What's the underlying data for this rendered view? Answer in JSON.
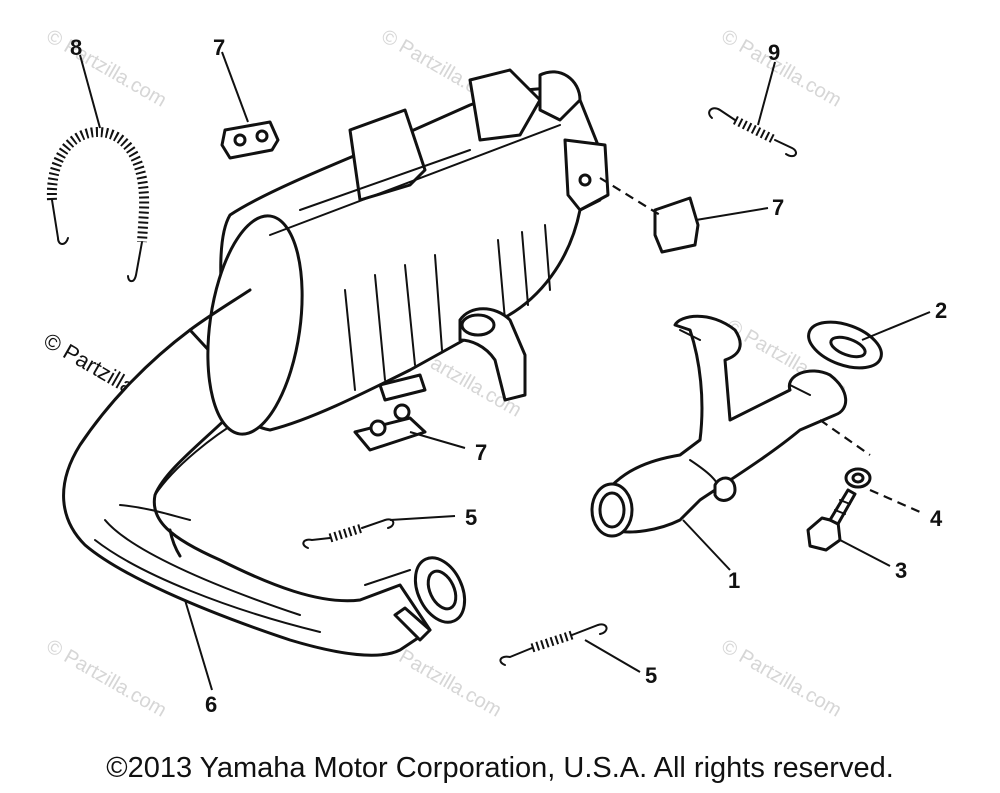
{
  "watermarks": [
    "© Partzilla.com",
    "© Partzilla.com",
    "© Partzilla.com",
    "© Partzilla.com",
    "© Partzilla.com",
    "© Partzilla.com",
    "© Partzilla.com",
    "© Partzilla.com"
  ],
  "callouts": {
    "c1": "1",
    "c2": "2",
    "c3": "3",
    "c4": "4",
    "c5a": "5",
    "c5b": "5",
    "c6": "6",
    "c7a": "7",
    "c7b": "7",
    "c7c": "7",
    "c8": "8",
    "c9": "9"
  },
  "copyright": "©2013 Yamaha Motor Corporation, U.S.A. All rights reserved."
}
